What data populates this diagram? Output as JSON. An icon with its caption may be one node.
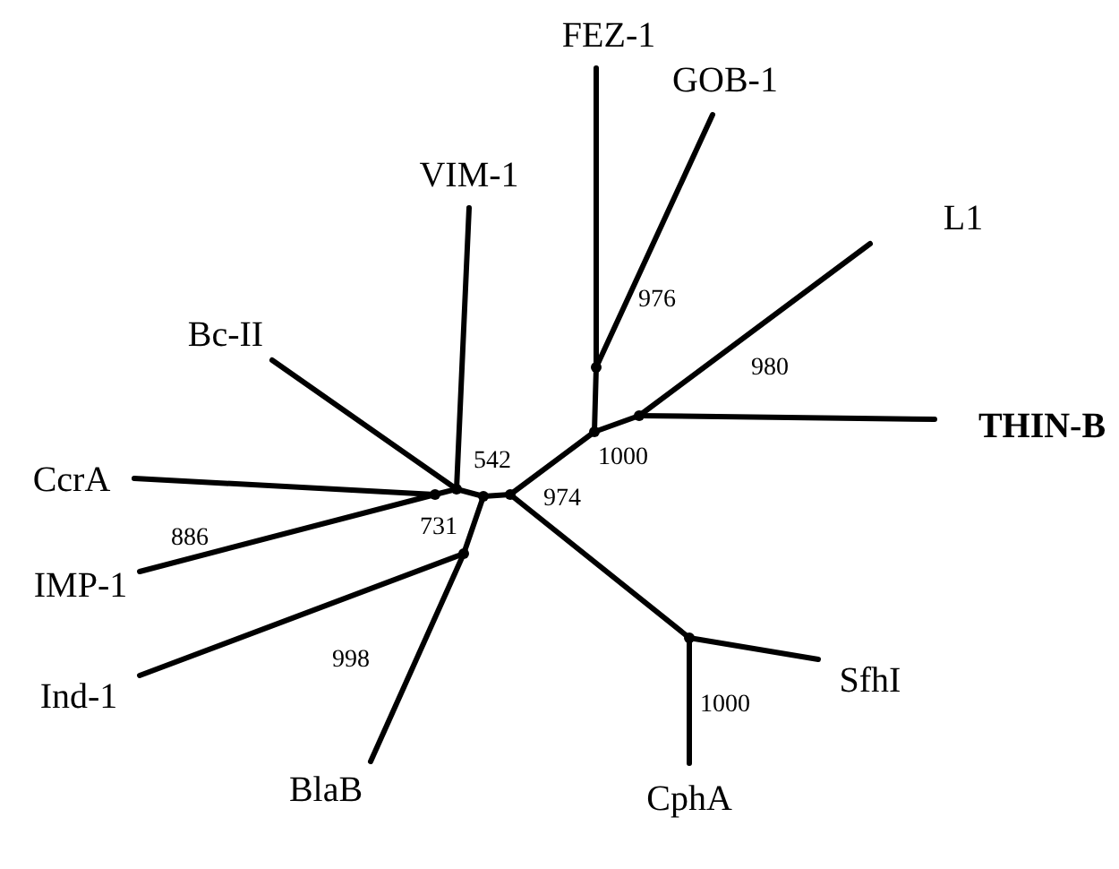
{
  "diagram": {
    "nodes": [
      {
        "text": [
          "FEZ-1"
        ]
      },
      {
        "text": [
          "GOB-1"
        ]
      },
      {
        "text": [
          "VIM-1"
        ]
      },
      {
        "text": [
          "L1"
        ]
      },
      {
        "text": [
          "Bc-II"
        ]
      },
      {
        "text": [
          "THIN-B"
        ]
      },
      {
        "text": [
          "CcrA"
        ]
      },
      {
        "text": [
          "IMP-1"
        ]
      },
      {
        "text": [
          "Ind-1"
        ]
      },
      {
        "text": [
          "SfhI"
        ]
      },
      {
        "text": [
          "BlaB"
        ]
      },
      {
        "text": [
          "CphA"
        ]
      },
      {
        "text": [],
        "shape": "point"
      },
      {
        "text": [],
        "shape": "point"
      },
      {
        "text": [],
        "shape": "point"
      },
      {
        "text": [],
        "shape": "point"
      },
      {
        "text": [],
        "shape": "point"
      },
      {
        "text": [],
        "shape": "point"
      },
      {
        "text": [],
        "shape": "point"
      },
      {
        "text": [],
        "shape": "point"
      },
      {
        "text": [],
        "shape": "point"
      }
    ],
    "edges": [
      {
        "from": 0,
        "to": 12,
        "arrow": "none"
      },
      {
        "from": 1,
        "to": 12,
        "arrow": "none"
      },
      {
        "from": 12,
        "to": 14,
        "arrow": "none"
      },
      {
        "from": 3,
        "to": 13,
        "arrow": "none"
      },
      {
        "from": 5,
        "to": 13,
        "arrow": "none"
      },
      {
        "from": 13,
        "to": 14,
        "arrow": "none"
      },
      {
        "from": 14,
        "to": 18,
        "arrow": "none"
      },
      {
        "from": 2,
        "to": 16,
        "arrow": "none"
      },
      {
        "from": 4,
        "to": 16,
        "arrow": "none"
      },
      {
        "from": 6,
        "to": 15,
        "arrow": "none"
      },
      {
        "from": 7,
        "to": 15,
        "arrow": "none"
      },
      {
        "from": 15,
        "to": 16,
        "arrow": "none"
      },
      {
        "from": 16,
        "to": 17,
        "arrow": "none"
      },
      {
        "from": 17,
        "to": 18,
        "arrow": "none"
      },
      {
        "from": 17,
        "to": 19,
        "arrow": "none"
      },
      {
        "from": 8,
        "to": 19,
        "arrow": "none"
      },
      {
        "from": 10,
        "to": 19,
        "arrow": "none"
      },
      {
        "from": 18,
        "to": 20,
        "arrow": "none"
      },
      {
        "from": 11,
        "to": 20,
        "arrow": "none"
      },
      {
        "from": 9,
        "to": 20,
        "arrow": "none"
      }
    ],
    "labels": [
      "976",
      "980",
      "1000",
      "542",
      "974",
      "731",
      "886",
      "998",
      "1000"
    ]
  }
}
